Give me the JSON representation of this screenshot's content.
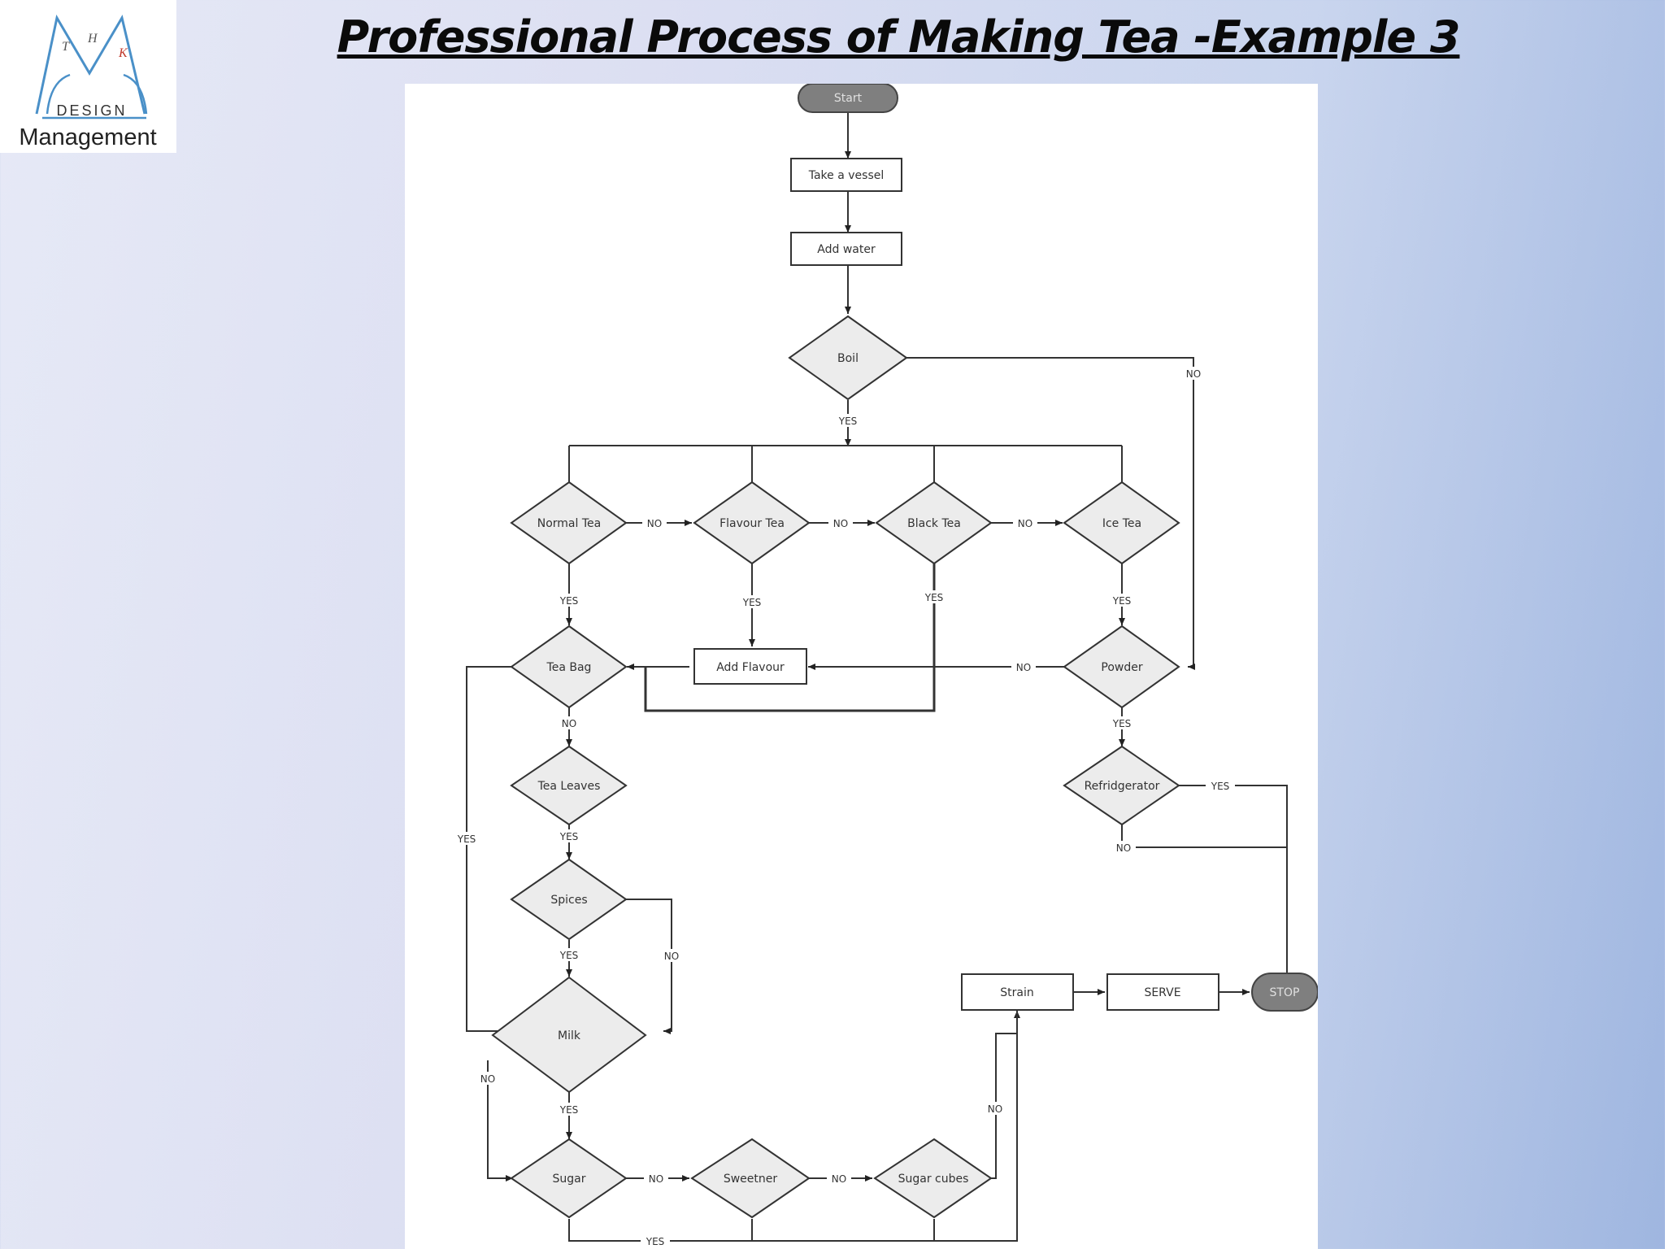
{
  "title": "Professional Process of Making Tea -Example 3",
  "logo": {
    "letters": [
      "T",
      "H",
      "K"
    ],
    "line1": "DESIGN",
    "line2": "Management",
    "accent": "#4a90c8"
  },
  "flowchart": {
    "nodes": {
      "start": "Start",
      "vessel": "Take a vessel",
      "water": "Add water",
      "boil": "Boil",
      "normal": "Normal Tea",
      "flavour": "Flavour Tea",
      "black": "Black Tea",
      "ice": "Ice Tea",
      "teabag": "Tea Bag",
      "addflavour": "Add Flavour",
      "powder": "Powder",
      "leaves": "Tea Leaves",
      "fridge": "Refridgerator",
      "spices": "Spices",
      "milk": "Milk",
      "strain": "Strain",
      "serve": "SERVE",
      "stop": "STOP",
      "sugar": "Sugar",
      "sweetner": "Sweetner",
      "cubes": "Sugar cubes"
    },
    "yes": "YES",
    "no": "NO",
    "terminal_color": "#7f7f7f",
    "decision_fill": "#ececec"
  }
}
